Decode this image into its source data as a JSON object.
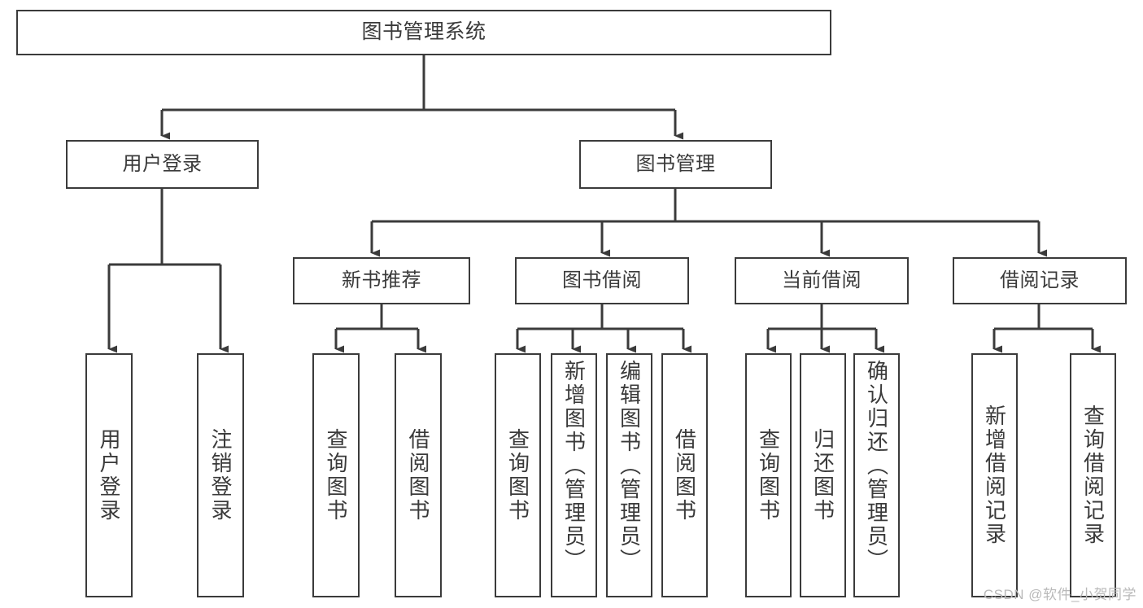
{
  "diagram": {
    "type": "tree",
    "title": "图书管理系统",
    "watermark": "CSDN @软件_小贺同学",
    "colors": {
      "box_border": "#3b3b3b",
      "box_fill": "#ffffff",
      "text": "#3a3a3a",
      "connector": "#3b3b3b",
      "watermark": "#b9b9b9",
      "background": "#ffffff"
    },
    "levels": 4,
    "root": {
      "label": "图书管理系统"
    },
    "level2": [
      {
        "label": "用户登录"
      },
      {
        "label": "图书管理"
      }
    ],
    "level3": [
      {
        "label": "新书推荐"
      },
      {
        "label": "图书借阅"
      },
      {
        "label": "当前借阅"
      },
      {
        "label": "借阅记录"
      }
    ],
    "leaves": {
      "user_login": [
        {
          "label": "用户登录"
        },
        {
          "label": "注销登录"
        }
      ],
      "new_book_recommend": [
        {
          "label": "查询图书"
        },
        {
          "label": "借阅图书"
        }
      ],
      "book_borrow": [
        {
          "label": "查询图书"
        },
        {
          "label": "新增图书（管理员）"
        },
        {
          "label": "编辑图书（管理员）"
        },
        {
          "label": "借阅图书"
        }
      ],
      "current_borrow": [
        {
          "label": "查询图书"
        },
        {
          "label": "归还图书"
        },
        {
          "label": "确认归还（管理员）"
        }
      ],
      "borrow_records": [
        {
          "label": "新增借阅记录"
        },
        {
          "label": "查询借阅记录"
        }
      ]
    }
  }
}
